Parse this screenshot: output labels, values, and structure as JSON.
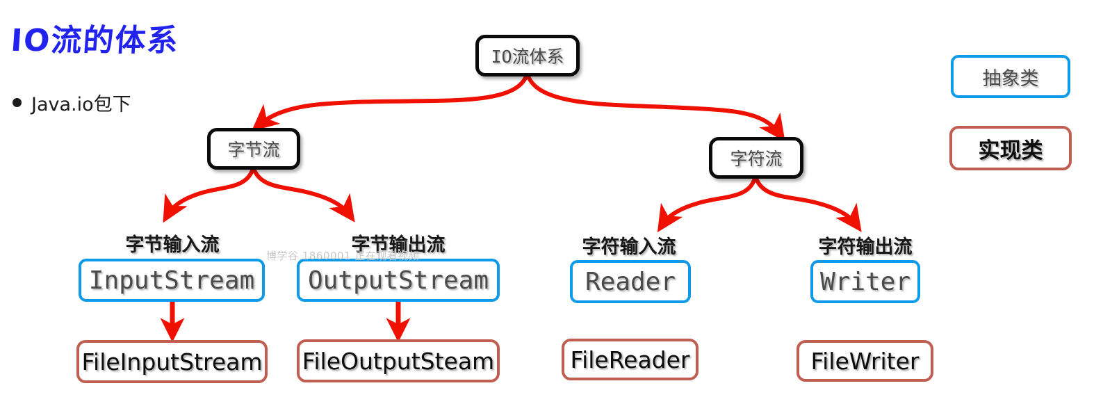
{
  "page": {
    "title": "IO流的体系",
    "bullet": {
      "marker": "bullet-dot",
      "text": "Java.io包下"
    },
    "watermark": "博学谷 1860001 正在观看视频"
  },
  "colors": {
    "title": "#2222ee",
    "edge": "#f01000",
    "category_border": "#0a0a0a",
    "abstract_border": "#0d9ae8",
    "impl_border": "#c05e52",
    "background": "#ffffff"
  },
  "legend": {
    "abstract": "抽象类",
    "implementation": "实现类"
  },
  "nodes": {
    "root": "IO流体系",
    "byte_stream": "字节流",
    "char_stream": "字符流"
  },
  "branches": [
    {
      "sublabel": "字节输入流",
      "abstract": "InputStream",
      "implementation": "FileInputStream"
    },
    {
      "sublabel": "字节输出流",
      "abstract": "OutputStream",
      "implementation": "FileOutputSteam"
    },
    {
      "sublabel": "字符输入流",
      "abstract": "Reader",
      "implementation": "FileReader"
    },
    {
      "sublabel": "字符输出流",
      "abstract": "Writer",
      "implementation": "FileWriter"
    }
  ]
}
